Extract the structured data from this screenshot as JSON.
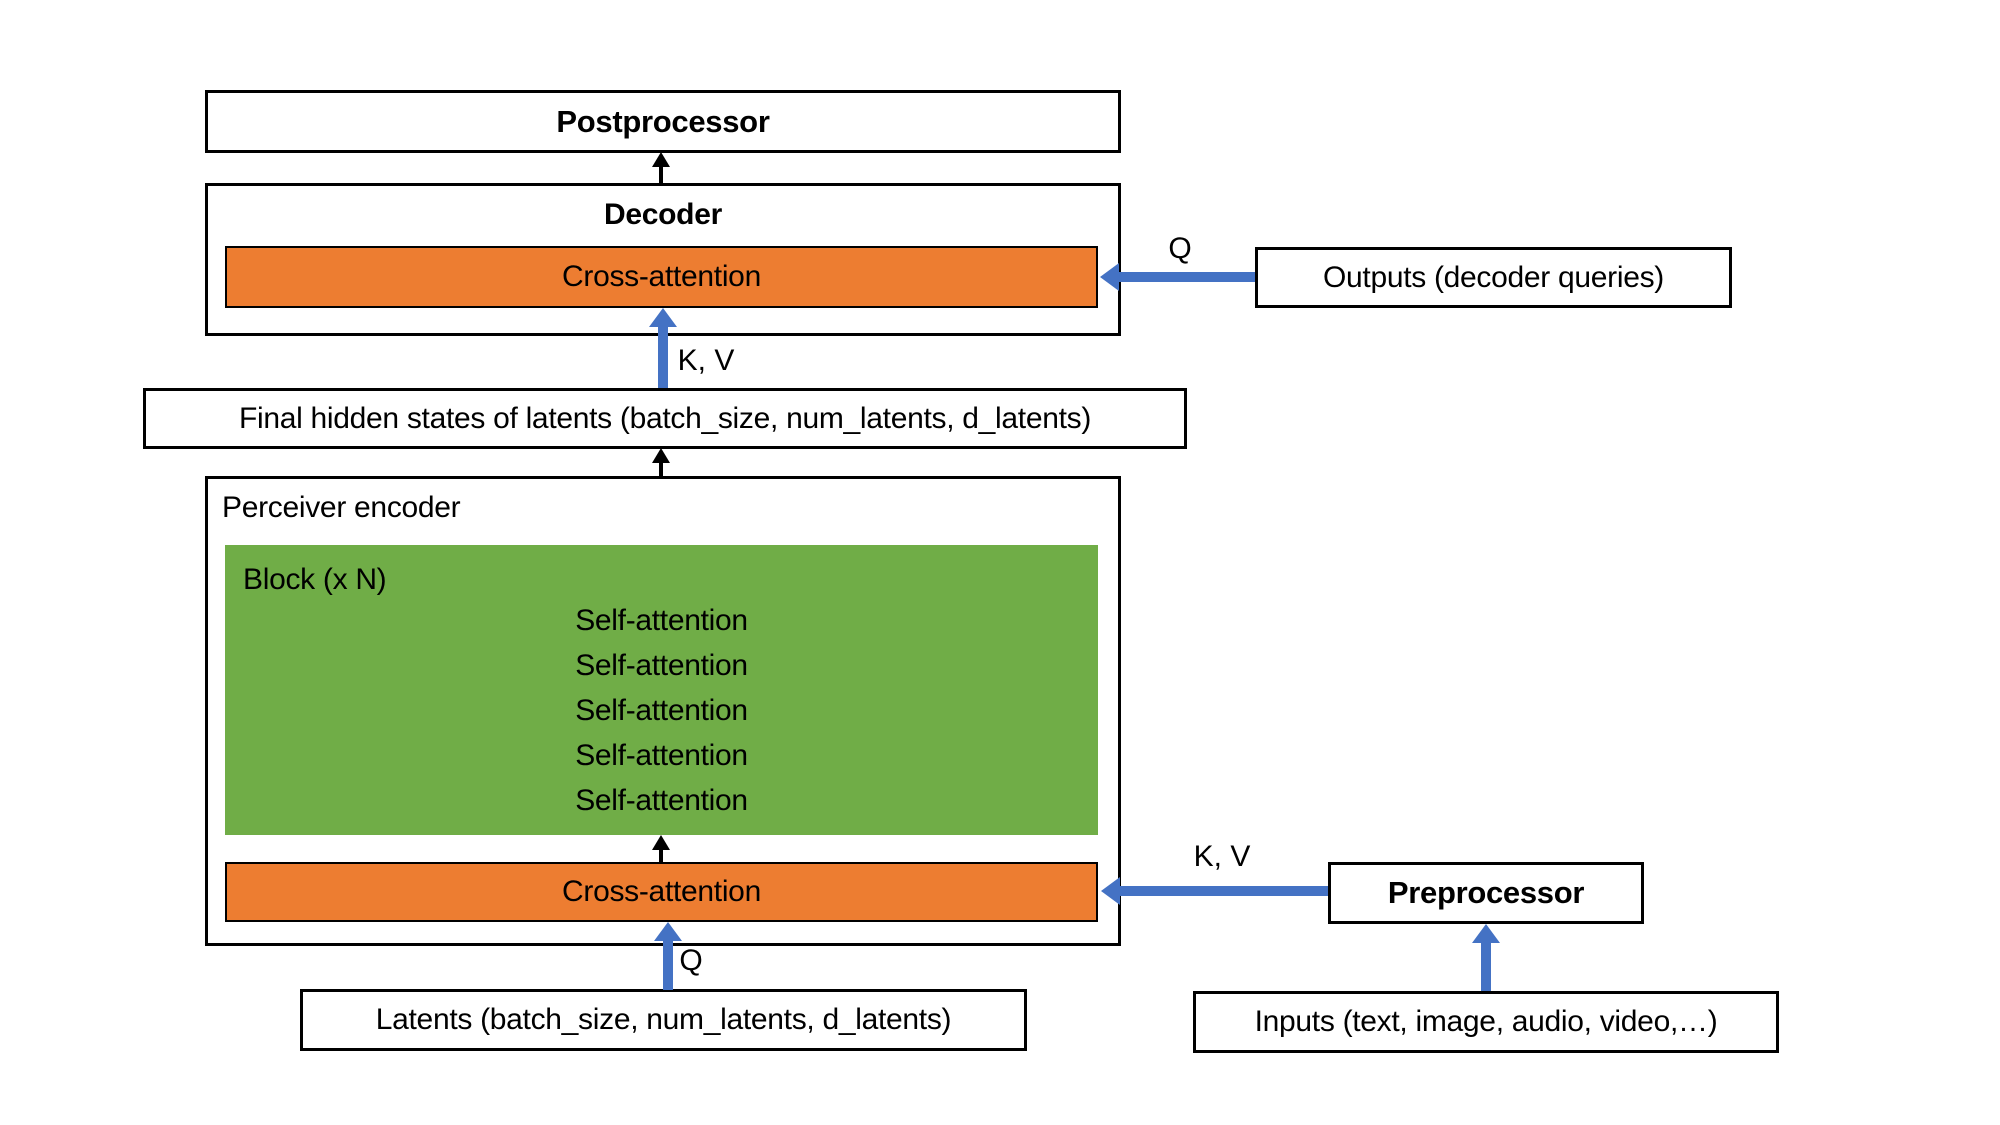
{
  "colors": {
    "orange": "#ED7D31",
    "green": "#70AD47",
    "blue": "#4472C4",
    "border": "#000000",
    "background": "#FFFFFF"
  },
  "postprocessor": {
    "label": "Postprocessor"
  },
  "decoder": {
    "label": "Decoder",
    "cross_attention_label": "Cross-attention"
  },
  "outputs_box": {
    "label": "Outputs (decoder queries)"
  },
  "final_hidden": {
    "label": "Final hidden states of latents (batch_size, num_latents, d_latents)"
  },
  "encoder": {
    "label": "Perceiver encoder",
    "block": {
      "label": "Block (x N)",
      "self_attention": [
        "Self-attention",
        "Self-attention",
        "Self-attention",
        "Self-attention",
        "Self-attention"
      ]
    },
    "cross_attention_label": "Cross-attention"
  },
  "latents_box": {
    "label": "Latents (batch_size, num_latents, d_latents)"
  },
  "preprocessor": {
    "label": "Preprocessor"
  },
  "inputs_box": {
    "label": "Inputs (text, image, audio, video,…)"
  },
  "edge_labels": {
    "decoder_q": "Q",
    "decoder_kv": "K, V",
    "encoder_q": "Q",
    "encoder_kv": "K, V"
  }
}
